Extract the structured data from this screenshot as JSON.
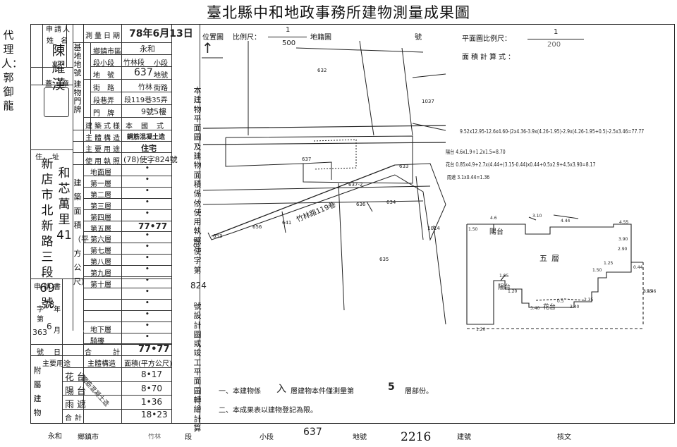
{
  "title": "臺北縣中和地政事務所建物測量成果圖",
  "side_note": "代理人：郭御龍",
  "left": {
    "applicant_hdr1": "申請人",
    "applicant_hdr2": "姓名",
    "applicant_name": "陳耀漢",
    "seal_label": "蓋章",
    "address_label": "住址",
    "address_value": "新店市北新路三段69號",
    "address_value2": "和芯萬里41",
    "survey_date_label": "測量日期",
    "survey_date_value": "78年6月13日",
    "town_label": "鄉鎮市區",
    "town_value": "永和",
    "section_label": "段小段",
    "section_value": "竹林段",
    "section_suffix": "小段",
    "lot_label": "地號",
    "lot_value": "637",
    "lot_suffix": "地號",
    "road_label": "街路",
    "road_value": "竹林",
    "road_suffix": "街路",
    "lane_label": "段巷弄",
    "lane_value": "段119巷35弄",
    "door_label": "門牌",
    "door_value": "9號5樓",
    "land_group": "基地地號",
    "door_group": "建物門牌",
    "style_label": "建築式樣",
    "style_value": "本國式",
    "struct_label": "主體構造",
    "struct_value": "鋼筋混凝土造",
    "use_label": "主要用途",
    "use_value": "住宅",
    "license_label": "使用執照",
    "license_value": "(78)使字824號",
    "floors_group": "建築面積（平方公尺）",
    "floors": [
      {
        "label": "地面層",
        "value": "•"
      },
      {
        "label": "第一層",
        "value": "•"
      },
      {
        "label": "第二層",
        "value": "•"
      },
      {
        "label": "第三層",
        "value": "•"
      },
      {
        "label": "第四層",
        "value": "•"
      },
      {
        "label": "第五層",
        "value": "77•77"
      },
      {
        "label": "第六層",
        "value": "•"
      },
      {
        "label": "第七層",
        "value": "•"
      },
      {
        "label": "第八層",
        "value": "•"
      },
      {
        "label": "第九層",
        "value": "•"
      },
      {
        "label": "第十層",
        "value": "•"
      },
      {
        "label": "",
        "value": "•"
      },
      {
        "label": "",
        "value": "•"
      },
      {
        "label": "",
        "value": "•"
      },
      {
        "label": "地下層",
        "value": "•"
      },
      {
        "label": "騎樓",
        "value": "•"
      }
    ],
    "total_label": "合計",
    "total_value": "77•77",
    "app_label": "申請書",
    "app_word": "字",
    "app_year": "年",
    "app_month": "月",
    "app_no": "第",
    "app_hao": "號",
    "app_date": "日",
    "app_hw_year": "78",
    "app_hw_month": "6",
    "app_hw_no": "363",
    "attached_group": "附屬建物",
    "att_hdr_use": "主要用途",
    "att_hdr_struct": "主體構造",
    "att_hdr_area": "面積(平方公尺)",
    "attached": [
      {
        "use": "花台",
        "area": "8•17"
      },
      {
        "use": "陽台",
        "area": "8•70"
      },
      {
        "use": "雨遮",
        "area": "1•36"
      }
    ],
    "att_total_label": "合計",
    "att_total_value": "18•23",
    "att_struct_value": "鋼筋混凝土造"
  },
  "plot": {
    "loc_label": "位置圖",
    "scale_label": "比例尺：",
    "scale_num": "1",
    "scale_den": "500",
    "cadastral_label": "地籍圖",
    "hao_label": "號",
    "plan_scale_label": "平面圖比例尺：",
    "plan_scale_num": "1",
    "plan_scale_den": "200",
    "area_formula_label": "面積計算式：",
    "vertical_note": "本建物平面圖及建物面積係依使用執照",
    "vertical_note2": "使字第",
    "vertical_note3": "號設計圖或竣工平面圖轉繪計算",
    "permit_no": "824",
    "permit_hw": "78",
    "parcels": [
      "632",
      "1037",
      "637",
      "633",
      "637-2",
      "636",
      "634",
      "656",
      "641",
      "653",
      "1014",
      "635"
    ],
    "road_name": "竹林路119巷",
    "formulas": [
      "9.52x12.95-12.6x4.60-(2x4.36-3.9x(4.26-1.95)-2.9x(4.26-1.95+0.5)-2.5x3.46=77.77",
      "陽台 4.6x1.9+1.2x1.5=8.70",
      "花台 0.85x4.9+2.7x(4.44+(3.15-0.44)x0.44+0.5x2.9+4.5x3.90=8.17",
      "雨遮 3.1x0.44=1.36"
    ],
    "plan_labels": {
      "floor": "五層",
      "balcony": "陽台",
      "balcony2": "陽台",
      "planter": "花台"
    },
    "plan_dims": [
      "4.6",
      "3.10",
      "4.44",
      "4.55",
      "1.50",
      "3.90",
      "2.90",
      "1.25",
      "1.50",
      "0.44",
      "8.45",
      "5.46",
      "1.20",
      "1.20",
      "1.95",
      "3.40",
      "3.40",
      "0.5",
      "2.35"
    ],
    "north_symbol": "↑",
    "note1": "一、本建物係",
    "note1_hw": "入",
    "note1b": "層建物本件僅測量第",
    "note1_hw2": "5",
    "note1c": "層部份。",
    "note2": "二、本成果表以建物登記為限。"
  },
  "footer": {
    "town_hw": "永和",
    "town_label": "鄉鎮市",
    "section_hw": "竹林",
    "section_label": "段",
    "subsection_label": "小段",
    "lot_hw": "637",
    "lot_label": "地號",
    "build_no": "2216",
    "build_label": "建號",
    "check_label": "核文"
  }
}
